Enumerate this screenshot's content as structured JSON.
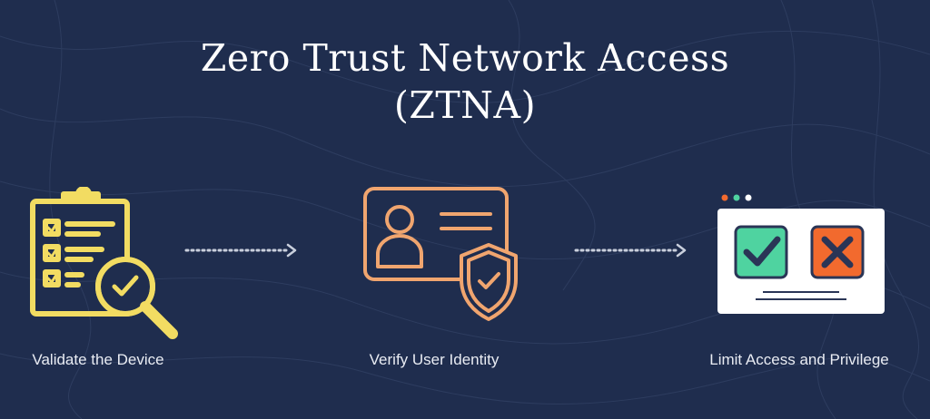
{
  "title": {
    "line1": "Zero Trust Network Access",
    "line2": "(ZTNA)"
  },
  "steps": [
    {
      "label": "Validate the Device",
      "icon": "clipboard-checklist-magnifier-icon",
      "color": "#f2dc62"
    },
    {
      "label": "Verify User Identity",
      "icon": "id-card-shield-icon",
      "color": "#f0a56f"
    },
    {
      "label": "Limit Access and Privilege",
      "icon": "browser-check-cross-icon",
      "color": "#ffffff"
    }
  ],
  "colors": {
    "background": "#1f2d4e",
    "yellow": "#f2dc62",
    "orange": "#f0a56f",
    "green": "#4fd3a0",
    "red": "#f26a2e",
    "navy": "#2a3556"
  }
}
